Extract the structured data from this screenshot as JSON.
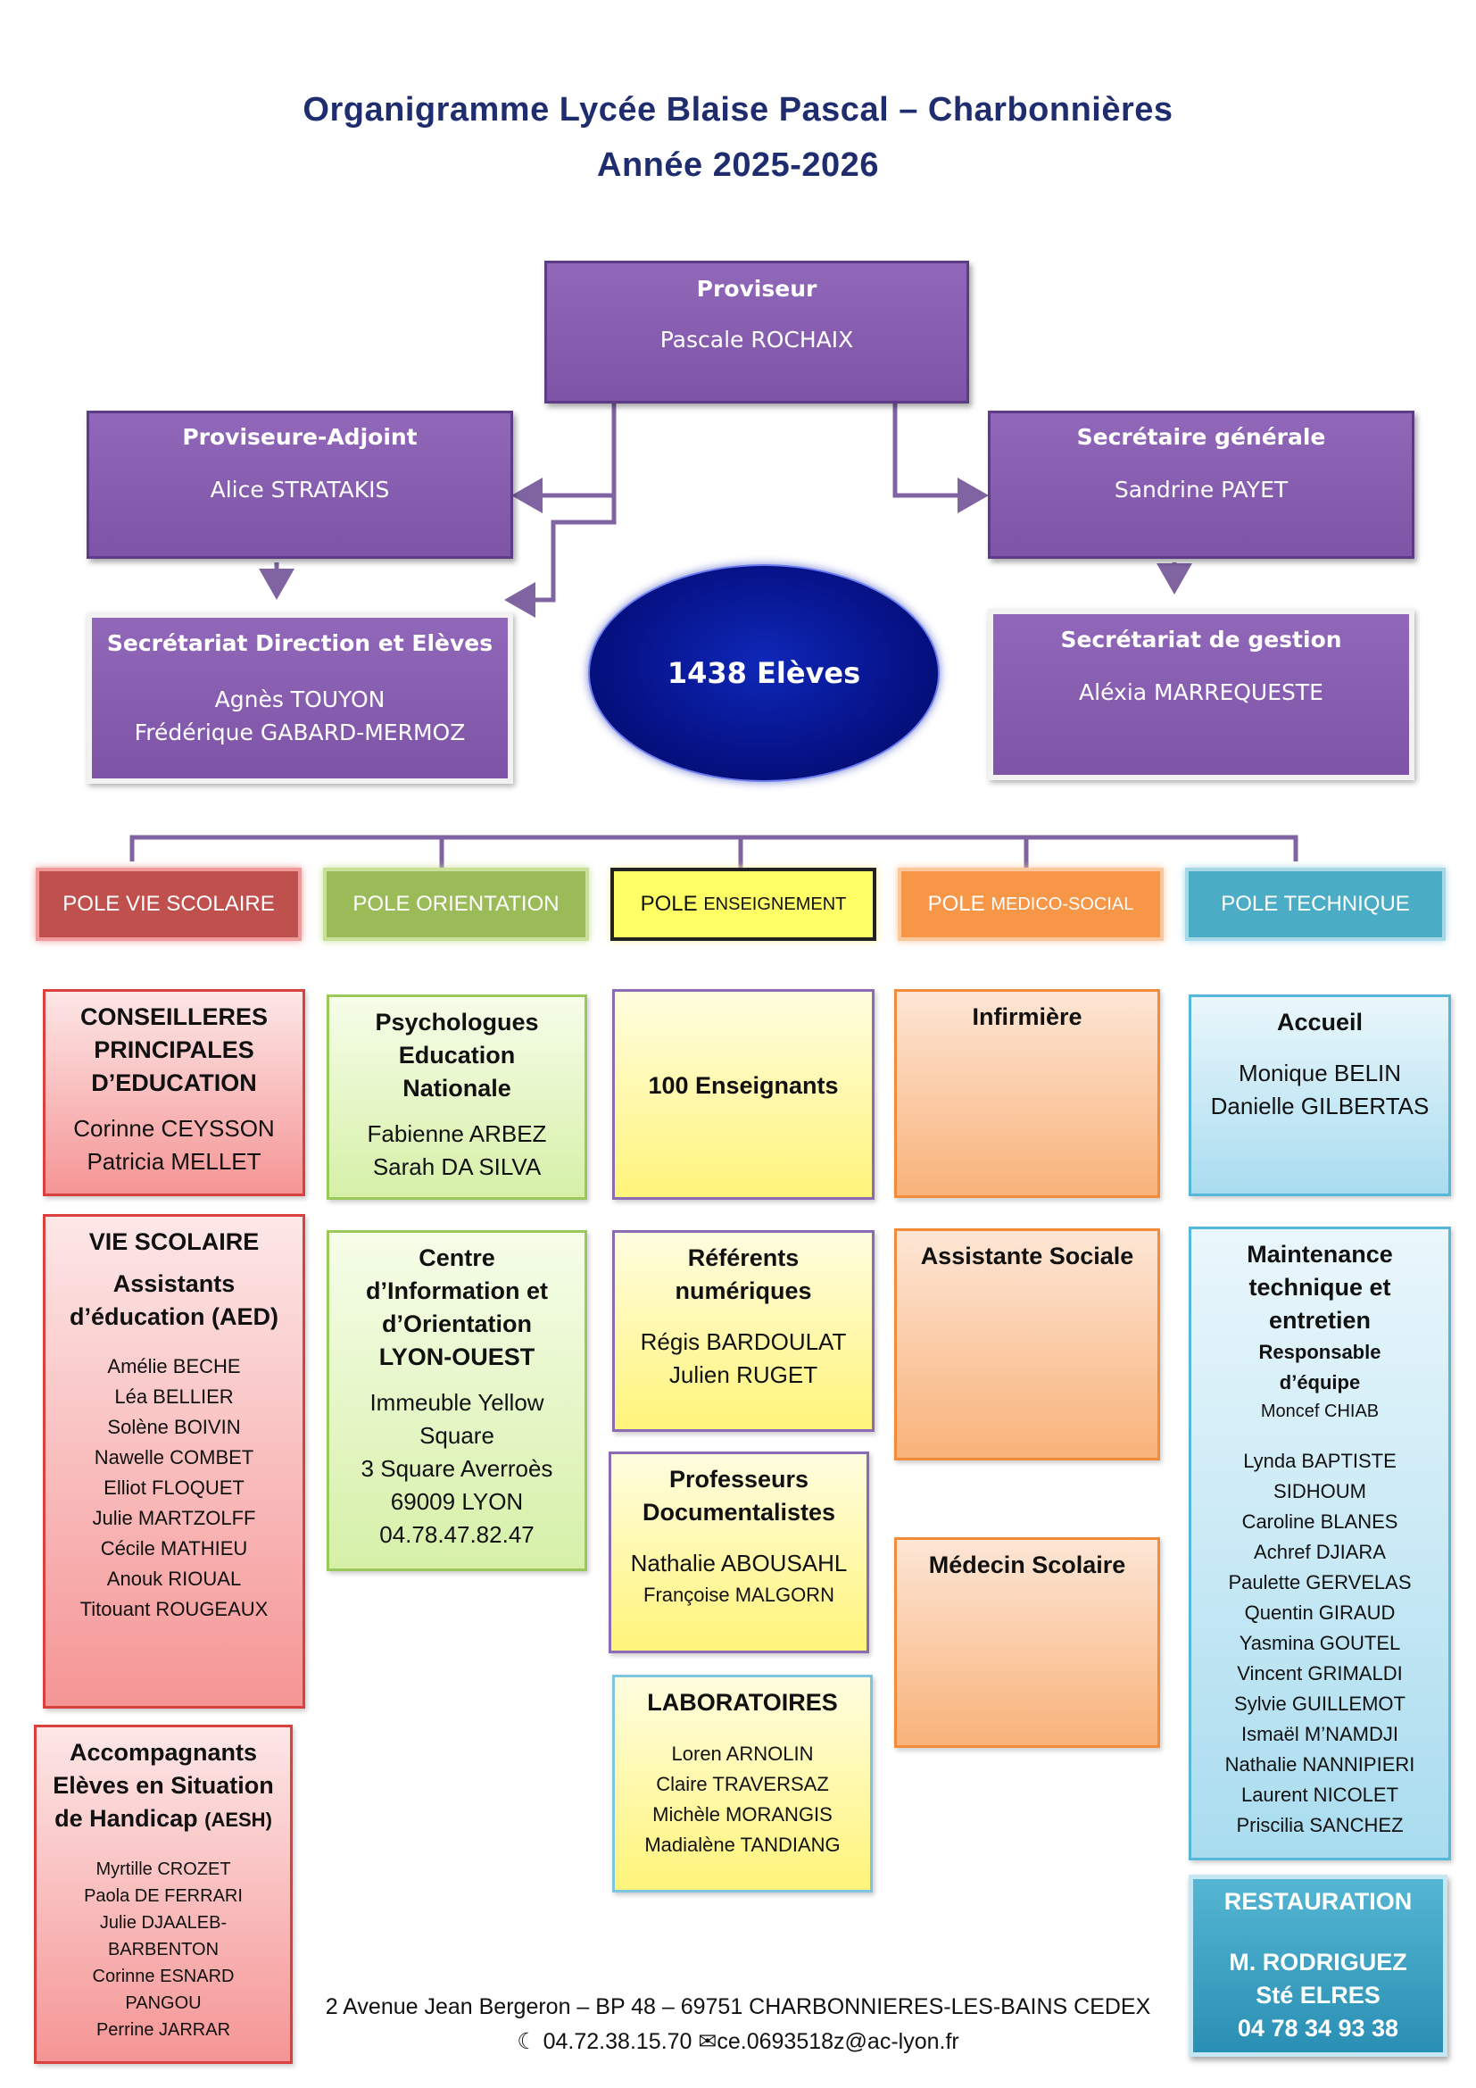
{
  "header": {
    "title": "Organigramme Lycée Blaise Pascal – Charbonnières",
    "year": "Année 2025-2026"
  },
  "direction": {
    "proviseur": {
      "title": "Proviseur",
      "name": "Pascale ROCHAIX"
    },
    "adjoint": {
      "title": "Proviseure-Adjoint",
      "name": "Alice STRATAKIS"
    },
    "secretaire_generale": {
      "title": "Secrétaire générale",
      "name": "Sandrine PAYET"
    },
    "secretariat_direction": {
      "title": "Secrétariat Direction et Elèves",
      "names": [
        "Agnès TOUYON",
        "Frédérique GABARD-MERMOZ"
      ]
    },
    "secretariat_gestion": {
      "title": "Secrétariat de gestion",
      "name": "Aléxia MARREQUESTE"
    },
    "eleves": "1438 Elèves"
  },
  "poles": [
    {
      "label": "POLE VIE SCOLAIRE",
      "color": "#c0504d"
    },
    {
      "label": "POLE ORIENTATION",
      "color": "#9bbb59"
    },
    {
      "label_main": "POLE ",
      "label_small": "ENSEIGNEMENT",
      "color": "#ffff66"
    },
    {
      "label_main": "POLE ",
      "label_small": "MEDICO-SOCIAL",
      "color": "#f79646"
    },
    {
      "label": "POLE TECHNIQUE",
      "color": "#4bacc6"
    }
  ],
  "vie_scolaire": {
    "cpe": {
      "title": [
        "CONSEILLERES",
        "PRINCIPALES",
        "D’EDUCATION"
      ],
      "names": [
        "Corinne CEYSSON",
        "Patricia MELLET"
      ]
    },
    "vs": {
      "title": "VIE SCOLAIRE",
      "subtitle": [
        "Assistants",
        "d’éducation (AED)"
      ],
      "names": [
        "Amélie BECHE",
        "Léa BELLIER",
        "Solène BOIVIN",
        "Nawelle COMBET",
        "Elliot FLOQUET",
        "Julie MARTZOLFF",
        "Cécile MATHIEU",
        "Anouk RIOUAL",
        "Titouant ROUGEAUX"
      ]
    },
    "aesh": {
      "title": [
        "Accompagnants",
        "Elèves en Situation"
      ],
      "title3_main": "de Handicap ",
      "title3_small": "(AESH)",
      "names": [
        "Myrtille CROZET",
        "Paola DE FERRARI",
        "Julie DJAALEB-",
        "BARBENTON",
        "Corinne ESNARD",
        "PANGOU",
        "Perrine JARRAR"
      ]
    }
  },
  "orientation": {
    "psy": {
      "title": [
        "Psychologues",
        "Education",
        "Nationale"
      ],
      "names": [
        "Fabienne ARBEZ",
        "Sarah DA SILVA"
      ]
    },
    "cio": {
      "title": [
        "Centre",
        "d’Information et",
        "d’Orientation",
        "LYON-OUEST"
      ],
      "lines": [
        "Immeuble Yellow",
        "Square",
        "3 Square Averroès",
        "69009 LYON",
        "04.78.47.82.47"
      ]
    }
  },
  "enseignement": {
    "enseignants": "100 Enseignants",
    "referents": {
      "title": [
        "Référents",
        "numériques"
      ],
      "names": [
        "Régis BARDOULAT",
        "Julien RUGET"
      ]
    },
    "docs": {
      "title": [
        "Professeurs",
        "Documentalistes"
      ],
      "names": [
        "Nathalie ABOUSAHL",
        "Françoise MALGORN"
      ]
    },
    "labo": {
      "title": "LABORATOIRES",
      "names": [
        "Loren ARNOLIN",
        "Claire TRAVERSAZ",
        "Michèle MORANGIS",
        "Madialène TANDIANG"
      ]
    }
  },
  "medico": {
    "infirmiere": "Infirmière",
    "assistante": "Assistante Sociale",
    "medecin": "Médecin Scolaire"
  },
  "technique": {
    "accueil": {
      "title": "Accueil",
      "names": [
        "Monique BELIN",
        "Danielle GILBERTAS"
      ]
    },
    "maintenance": {
      "title": [
        "Maintenance",
        "technique et",
        "entretien"
      ],
      "resp_title": [
        "Responsable",
        "d’équipe"
      ],
      "resp_name": "Moncef CHIAB",
      "names": [
        "Lynda BAPTISTE",
        "SIDHOUM",
        "Caroline BLANES",
        "Achref DJIARA",
        "Paulette GERVELAS",
        "Quentin GIRAUD",
        "Yasmina GOUTEL",
        "Vincent GRIMALDI",
        "Sylvie GUILLEMOT",
        "Ismaël M’NAMDJI",
        "Nathalie NANNIPIERI",
        "Laurent NICOLET",
        "Priscilia SANCHEZ"
      ]
    },
    "restauration": {
      "title": "RESTAURATION",
      "lines": [
        "M. RODRIGUEZ",
        "Sté ELRES",
        "04 78 34 93 38"
      ]
    }
  },
  "footer": {
    "address": "2 Avenue Jean Bergeron – BP 48 – 69751 CHARBONNIERES-LES-BAINS CEDEX",
    "phone": "04.72.38.15.70",
    "email": "ce.0693518z@ac-lyon.fr"
  }
}
